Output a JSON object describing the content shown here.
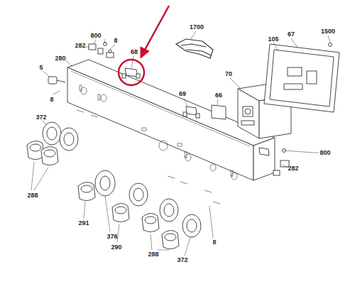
{
  "diagram": {
    "labels": [
      "1700",
      "800",
      "8",
      "282",
      "68",
      "67",
      "1500",
      "105",
      "280",
      "70",
      "5",
      "8",
      "69",
      "66",
      "372",
      "800",
      "282",
      "288",
      "291",
      "376",
      "290",
      "8",
      "288",
      "372"
    ]
  }
}
